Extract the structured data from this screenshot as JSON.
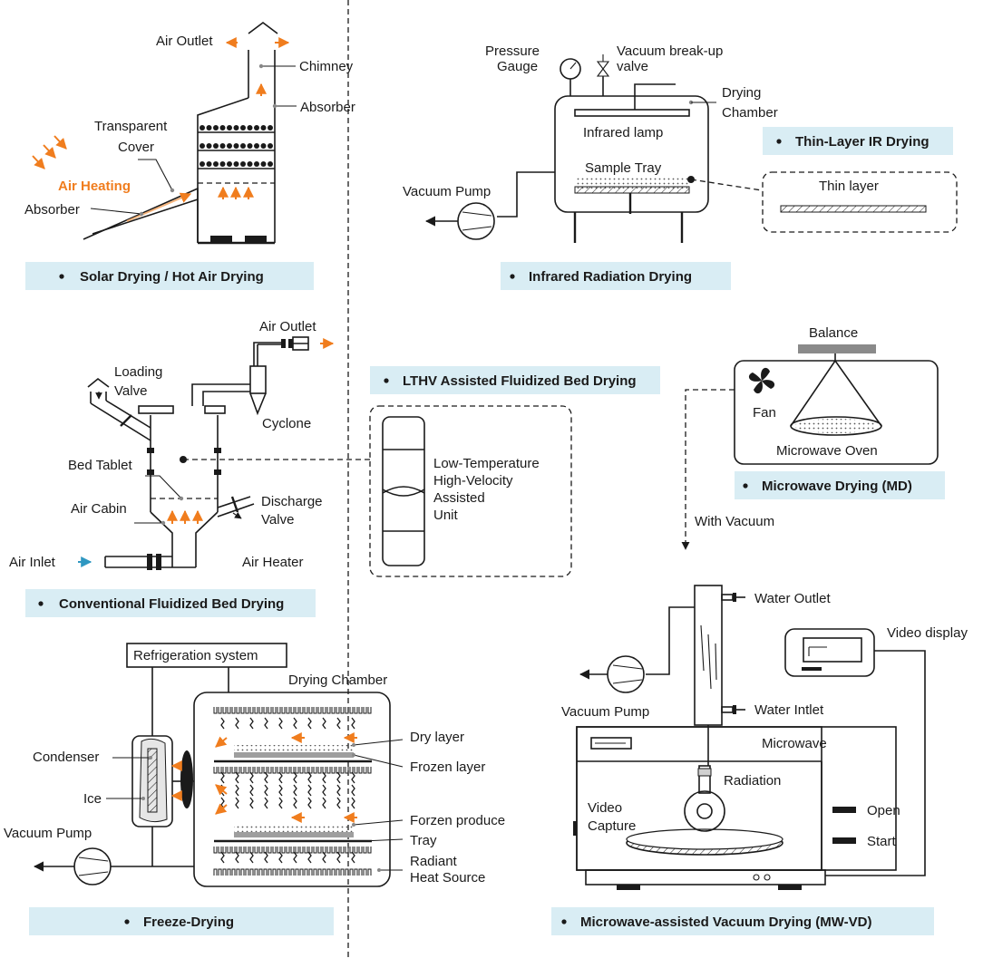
{
  "solar": {
    "caption": "Solar Drying / Hot Air Drying",
    "air_outlet": "Air Outlet",
    "chimney": "Chimney",
    "absorber_top": "Absorber",
    "transparent_cover_1": "Transparent",
    "transparent_cover_2": "Cover",
    "air_heating": "Air Heating",
    "absorber_bottom": "Absorber"
  },
  "infrared": {
    "caption": "Infrared Radiation Drying",
    "pressure_gauge_1": "Pressure",
    "pressure_gauge_2": "Gauge",
    "vacuum_valve_1": "Vacuum break-up",
    "vacuum_valve_2": "valve",
    "drying_chamber_1": "Drying",
    "drying_chamber_2": "Chamber",
    "infrared_lamp": "Infrared lamp",
    "sample_tray": "Sample Tray",
    "vacuum_pump": "Vacuum Pump",
    "thin_layer": "Thin layer",
    "thin_layer_caption": "Thin-Layer IR Drying"
  },
  "fluidized": {
    "caption": "Conventional Fluidized Bed Drying",
    "air_outlet": "Air Outlet",
    "loading_valve_1": "Loading",
    "loading_valve_2": "Valve",
    "cyclone": "Cyclone",
    "bed_tablet": "Bed Tablet",
    "air_cabin": "Air Cabin",
    "discharge_valve_1": "Discharge",
    "discharge_valve_2": "Valve",
    "air_inlet": "Air Inlet",
    "air_heater": "Air Heater"
  },
  "lthv": {
    "caption": "LTHV Assisted Fluidized Bed Drying",
    "unit_1": "Low-Temperature",
    "unit_2": "High-Velocity",
    "unit_3": "Assisted",
    "unit_4": "Unit"
  },
  "microwave": {
    "caption": "Microwave Drying (MD)",
    "balance": "Balance",
    "fan": "Fan",
    "oven": "Microwave Oven",
    "with_vacuum": "With Vacuum"
  },
  "freeze": {
    "caption": "Freeze-Drying",
    "refrigeration": "Refrigeration system",
    "drying_chamber": "Drying Chamber",
    "condenser": "Condenser",
    "ice": "Ice",
    "vacuum_pump": "Vacuum Pump",
    "dry_layer": "Dry layer",
    "frozen_layer": "Frozen layer",
    "frozen_produce": "Forzen produce",
    "tray": "Tray",
    "radiant_1": "Radiant",
    "radiant_2": "Heat Source"
  },
  "mwvd": {
    "caption": "Microwave-assisted Vacuum Drying (MW-VD)",
    "water_outlet": "Water Outlet",
    "video_display": "Video display",
    "vacuum_pump": "Vacuum Pump",
    "water_inlet": "Water Intlet",
    "microwave": "Microwave",
    "radiation": "Radiation",
    "video_capture_1": "Video",
    "video_capture_2": "Capture",
    "open": "Open",
    "start": "Start"
  },
  "colors": {
    "accent": "#f07d1e",
    "caption_bg": "#d9edf4",
    "inlet_arrow": "#2f97c1"
  }
}
